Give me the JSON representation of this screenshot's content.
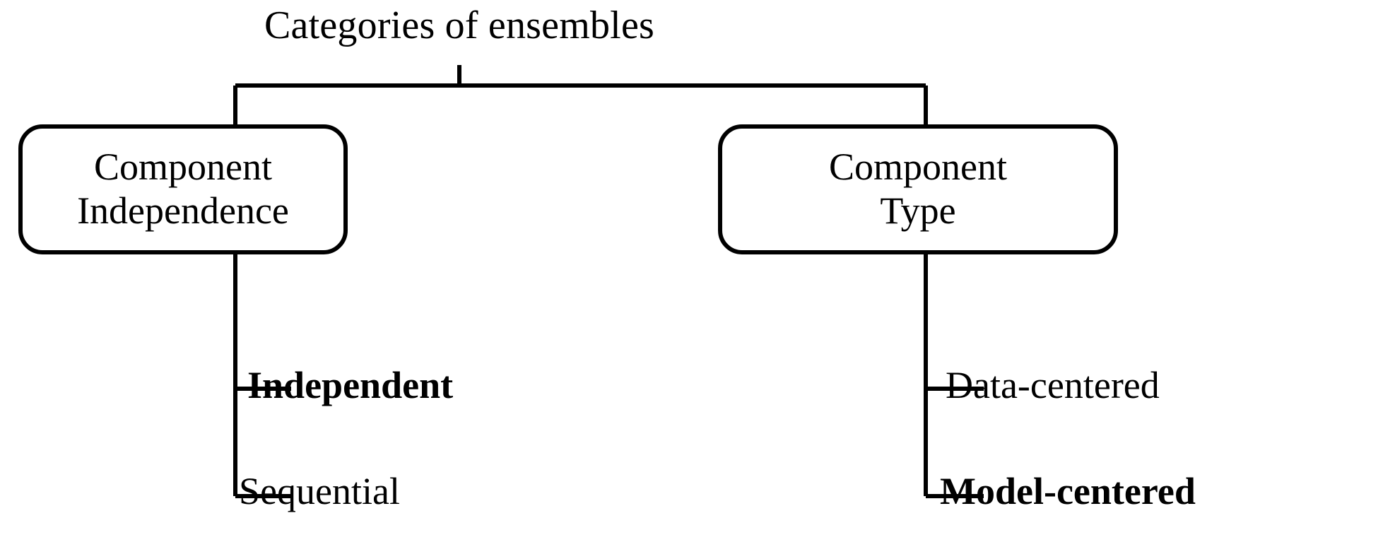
{
  "diagram": {
    "title": "Categories of ensembles",
    "type": "tree",
    "branches": [
      {
        "id": "component-independence",
        "box_lines": [
          "Component",
          "Independence"
        ],
        "leaves": [
          {
            "label": "Independent",
            "emphasis": "bold"
          },
          {
            "label": "Sequential",
            "emphasis": "normal"
          }
        ]
      },
      {
        "id": "component-type",
        "box_lines": [
          "Component",
          "Type"
        ],
        "leaves": [
          {
            "label": "Data-centered",
            "emphasis": "normal"
          },
          {
            "label": "Model-centered",
            "emphasis": "bold"
          }
        ]
      }
    ],
    "colors": {
      "stroke": "#000000",
      "text": "#000000",
      "background": "#ffffff"
    }
  }
}
